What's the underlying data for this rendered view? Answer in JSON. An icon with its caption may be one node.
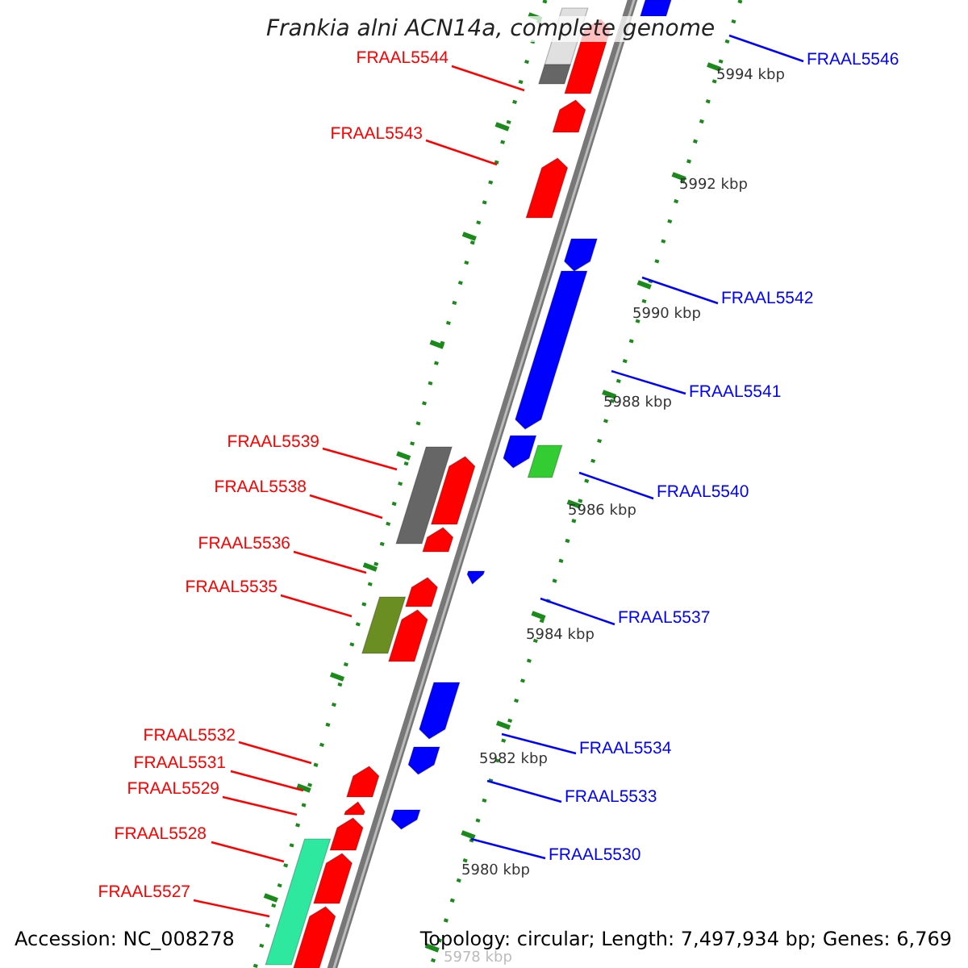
{
  "diagram": {
    "title": "Frankia alni ACN14a, complete genome",
    "nodes": [
      {
        "text": [
          "FRAAL5546"
        ]
      },
      {
        "text": [
          "FRAAL5544"
        ]
      },
      {
        "text": [
          "FRAAL5543"
        ]
      },
      {
        "text": [
          "FRAAL5542"
        ]
      },
      {
        "text": [
          "FRAAL5541"
        ]
      },
      {
        "text": [
          "FRAAL5539"
        ]
      },
      {
        "text": [
          "FRAAL5538"
        ]
      },
      {
        "text": [
          "FRAAL5540"
        ]
      },
      {
        "text": [
          "FRAAL5536"
        ]
      },
      {
        "text": [
          "FRAAL5535"
        ]
      },
      {
        "text": [
          "FRAAL5537"
        ]
      },
      {
        "text": [
          "FRAAL5532"
        ]
      },
      {
        "text": [
          "FRAAL5534"
        ]
      },
      {
        "text": [
          "FRAAL5531"
        ]
      },
      {
        "text": [
          "FRAAL5529"
        ]
      },
      {
        "text": [
          "FRAAL5533"
        ]
      },
      {
        "text": [
          "FRAAL5528"
        ]
      },
      {
        "text": [
          "FRAAL5530"
        ]
      },
      {
        "text": [
          "FRAAL5527"
        ]
      }
    ],
    "edges": [
      {
        "from": 0,
        "to": null,
        "arrow": "none",
        "color": "#0000ff"
      },
      {
        "from": 1,
        "to": null,
        "arrow": "none"
      },
      {
        "from": 2,
        "to": null,
        "arrow": "none"
      },
      {
        "from": 3,
        "to": null,
        "arrow": "none",
        "color": "#0000ff"
      },
      {
        "from": 4,
        "to": null,
        "arrow": "none",
        "color": "#0000ff"
      },
      {
        "from": 5,
        "to": null,
        "arrow": "none"
      },
      {
        "from": 6,
        "to": null,
        "arrow": "none"
      },
      {
        "from": 7,
        "to": null,
        "arrow": "none",
        "color": "#0000ff"
      },
      {
        "from": 8,
        "to": null,
        "arrow": "none"
      },
      {
        "from": 9,
        "to": null,
        "arrow": "none"
      },
      {
        "from": 10,
        "to": null,
        "arrow": "none",
        "color": "#0000ff"
      },
      {
        "from": 11,
        "to": null,
        "arrow": "none"
      },
      {
        "from": 12,
        "to": null,
        "arrow": "none",
        "color": "#0000ff"
      },
      {
        "from": 13,
        "to": null,
        "arrow": "none"
      },
      {
        "from": 14,
        "to": null,
        "arrow": "none"
      },
      {
        "from": 15,
        "to": null,
        "arrow": "none",
        "color": "#0000ff"
      },
      {
        "from": 16,
        "to": null,
        "arrow": "none"
      },
      {
        "from": 17,
        "to": null,
        "arrow": "none",
        "color": "#0000ff"
      },
      {
        "from": 18,
        "to": null,
        "arrow": "none"
      }
    ],
    "labels": [
      "5994 kbp",
      "5992 kbp",
      "5990 kbp",
      "5988 kbp",
      "5986 kbp",
      "5984 kbp",
      "5982 kbp",
      "5980 kbp",
      "Accession: NC_008278",
      "Topology: circular; Length: 7,497,934 bp; Genes: 6,769",
      "5978 kbp"
    ]
  }
}
